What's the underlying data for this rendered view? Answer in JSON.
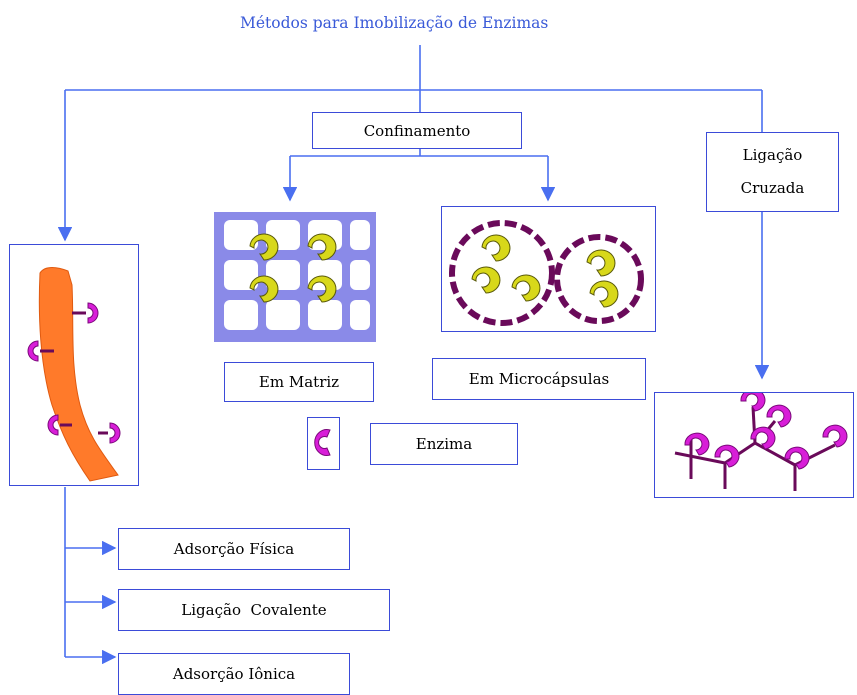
{
  "title": "Métodos para Imobilização de Enzimas",
  "nodes": {
    "confinamento": "Confinamento",
    "ligacao_cruzada_1": "Ligação",
    "ligacao_cruzada_2": "Cruzada",
    "em_matriz": "Em Matriz",
    "em_microcapsulas": "Em Microcápsulas",
    "enzima": "Enzima",
    "adsorcao_fisica": "Adsorção Física",
    "ligacao_covalente": "Ligação  Covalente",
    "adsorcao_ionica": "Adsorção Iônica"
  },
  "colors": {
    "line": "#4a6ff0",
    "box_border": "#3b4bd8",
    "title": "#3a5ad8",
    "enzyme_magenta": "#d81ed8",
    "enzyme_yellow": "#d8d81a",
    "matrix_blue": "#8a8ae8",
    "capsule_purple": "#6a0a5a",
    "support_orange": "#ff7a2a"
  },
  "icons": [
    "enzyme-icon",
    "matrix-grid-icon",
    "microcapsule-icon",
    "support-fiber-icon",
    "crosslinked-enzyme-icon"
  ]
}
